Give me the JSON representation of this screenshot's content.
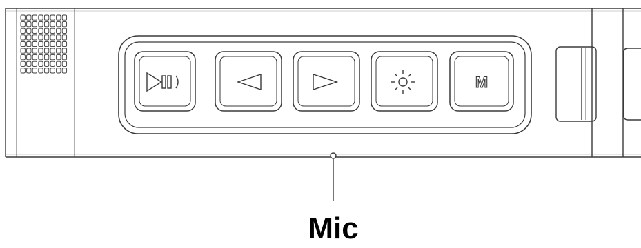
{
  "device": {
    "buttons": [
      {
        "name": "play-pause-record",
        "icon": "play-pause-record-icon"
      },
      {
        "name": "previous",
        "icon": "triangle-left-icon"
      },
      {
        "name": "next",
        "icon": "triangle-right-icon"
      },
      {
        "name": "light",
        "icon": "sun-icon"
      },
      {
        "name": "mode",
        "icon": "m-icon",
        "glyph": "M"
      }
    ]
  },
  "callout": {
    "label": "Mic"
  },
  "colors": {
    "line": "#3a3a3a",
    "background": "#ffffff"
  }
}
